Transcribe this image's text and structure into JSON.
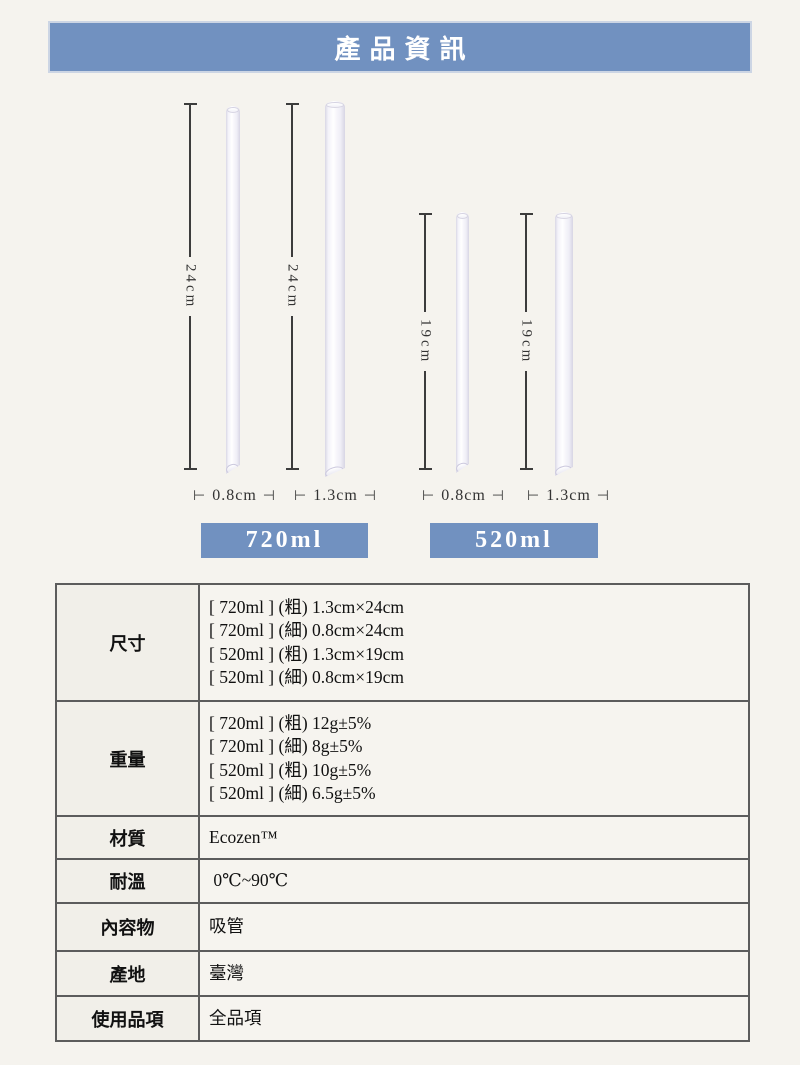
{
  "page": {
    "background": "#f5f3ee",
    "accent_blue": "#7191c0"
  },
  "header": {
    "title": "產品資訊"
  },
  "diagram": {
    "glyphs": {
      "tick_left": "⊢",
      "tick_right": "⊣"
    },
    "groups": [
      {
        "badge": "720ml",
        "straws": [
          {
            "size": "thin",
            "height_label": "24cm",
            "width_label": "0.8cm"
          },
          {
            "size": "thick",
            "height_label": "24cm",
            "width_label": "1.3cm"
          }
        ]
      },
      {
        "badge": "520ml",
        "straws": [
          {
            "size": "thin",
            "height_label": "19cm",
            "width_label": "0.8cm"
          },
          {
            "size": "thick",
            "height_label": "19cm",
            "width_label": "1.3cm"
          }
        ]
      }
    ]
  },
  "table": {
    "rows": [
      {
        "label": "尺寸",
        "lines": [
          "[ 720ml ] (粗) 1.3cm×24cm",
          "[ 720ml ] (細) 0.8cm×24cm",
          "[ 520ml ] (粗) 1.3cm×19cm",
          "[ 520ml ] (細) 0.8cm×19cm"
        ]
      },
      {
        "label": "重量",
        "lines": [
          "[ 720ml ] (粗) 12g±5%",
          "[ 720ml ] (細) 8g±5%",
          "[ 520ml ] (粗) 10g±5%",
          "[ 520ml ] (細) 6.5g±5%"
        ]
      },
      {
        "label": "材質",
        "lines": [
          "Ecozen™"
        ]
      },
      {
        "label": "耐溫",
        "lines": [
          " 0℃~90℃"
        ]
      },
      {
        "label": "內容物",
        "lines": [
          "吸管"
        ]
      },
      {
        "label": "產地",
        "lines": [
          "臺灣"
        ]
      },
      {
        "label": "使用品項",
        "lines": [
          "全品項"
        ]
      }
    ]
  }
}
